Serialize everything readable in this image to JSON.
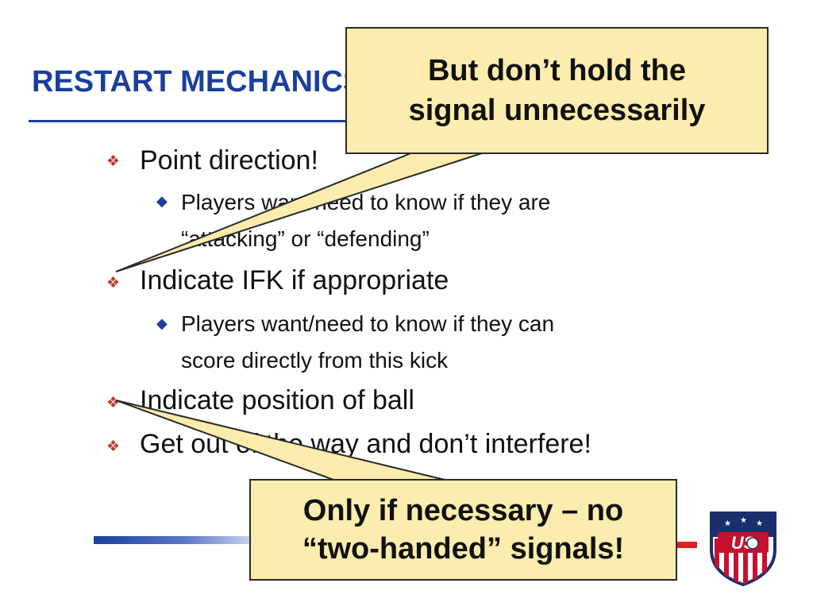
{
  "slide": {
    "title": "RESTART MECHANICS"
  },
  "bullets": [
    {
      "text": "Point direction!",
      "sub": [
        "Players want/need to know if they are",
        "“attacking” or “defending”"
      ]
    },
    {
      "text": "Indicate IFK if appropriate",
      "sub": [
        "Players want/need to know if they can",
        "score directly from this kick"
      ]
    },
    {
      "text": "Indicate position of ball",
      "sub": []
    },
    {
      "text": "Get out of the way and don’t interfere!",
      "sub": []
    }
  ],
  "callouts": {
    "top": [
      "But don’t hold the",
      "signal unnecessarily"
    ],
    "bottom": [
      "Only if necessary – no",
      "“two-handed” signals!"
    ]
  },
  "logo": {
    "letters": "US"
  },
  "colors": {
    "title": "#1a3f9c",
    "bullet_red": "#c0392b",
    "callout_fill": "#fcecad",
    "accent_red": "#e01f27"
  }
}
